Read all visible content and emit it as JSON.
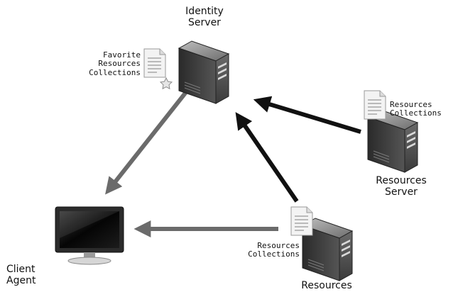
{
  "nodes": {
    "identity_server": {
      "label": "Identity\nServer",
      "doc_label": "Favorite\nResources\nCollections"
    },
    "resources_server_1": {
      "label": "Resources\nServer",
      "doc_label": "Resources\nCollections"
    },
    "resources_server_2": {
      "label": "Resources",
      "doc_label": "Resources\nCollections"
    },
    "client_agent": {
      "label": "Client\nAgent"
    }
  },
  "colors": {
    "arrow_dark": "#111111",
    "arrow_gray": "#6b6b6b",
    "server_body": "#3a3a3a",
    "monitor_bezel": "#2b2b2b"
  }
}
